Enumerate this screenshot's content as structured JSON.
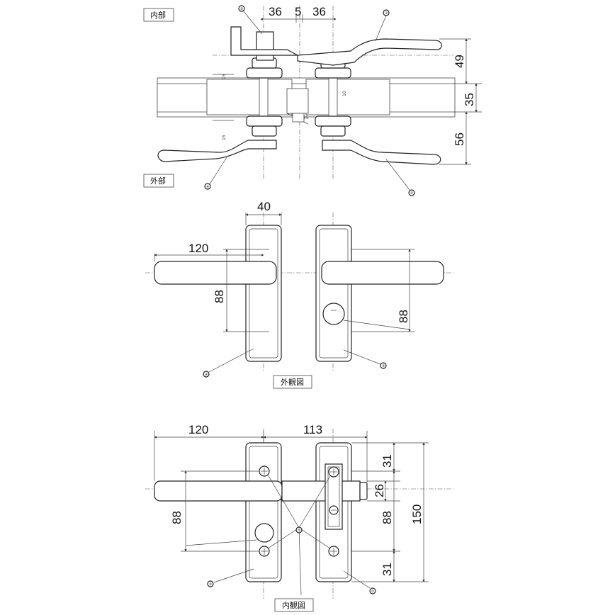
{
  "labels": {
    "inside": "内部",
    "outside": "外部",
    "exterior_view": "外観図",
    "interior_view": "内観図"
  },
  "top_view": {
    "dim_left": "36",
    "dim_mid": "5",
    "dim_right": "36",
    "dim_49": "49",
    "dim_35": "35",
    "dim_56": "56",
    "small_15a": "15",
    "small_15b": "15",
    "small_10": "10",
    "small_25": "25"
  },
  "exterior": {
    "dim_40": "40",
    "dim_120": "120",
    "dim_88_left": "88",
    "dim_88_right": "88"
  },
  "interior": {
    "dim_120": "120",
    "dim_113": "113",
    "dim_31_top": "31",
    "dim_26": "26",
    "dim_88_right": "88",
    "dim_31_bottom": "31",
    "dim_150": "150",
    "dim_88_left": "88"
  },
  "callouts": [
    "①",
    "②",
    "③",
    "④",
    "⑤"
  ]
}
